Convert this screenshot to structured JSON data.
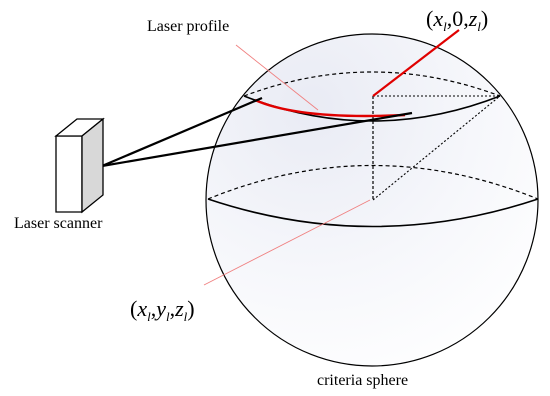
{
  "labels": {
    "laser_profile": "Laser profile",
    "laser_scanner": "Laser scanner",
    "criteria_sphere": "criteria sphere"
  },
  "equations": {
    "top_point": {
      "open": "(",
      "x": "x",
      "xsub": "l",
      "mid": ",0,",
      "z": "z",
      "zsub": "l",
      "close": ")"
    },
    "bottom_point": {
      "open": "(",
      "x": "x",
      "xsub": "l",
      "sep1": ",",
      "y": "y",
      "ysub": "l",
      "sep2": ",",
      "z": "z",
      "zsub": "l",
      "close": ")"
    }
  },
  "colors": {
    "laser_profile": "#e00000",
    "pointer_line": "#f08080",
    "sphere_shade": "#e8eaf2",
    "scanner_side": "#d8d8d8"
  }
}
